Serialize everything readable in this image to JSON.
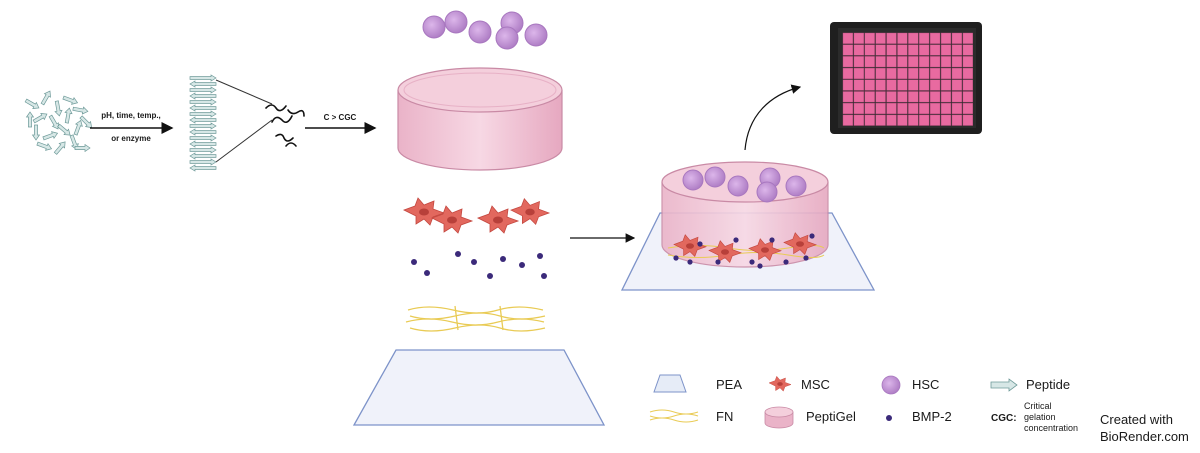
{
  "process": {
    "step1_line1": "pH, time, temp.,",
    "step1_line2": "or enzyme",
    "step2": "C > CGC"
  },
  "legend": {
    "pea": "PEA",
    "fn": "FN",
    "msc": "MSC",
    "peptigel": "PeptiGel",
    "hsc": "HSC",
    "bmp2": "BMP-2",
    "peptide": "Peptide",
    "cgc_abbr": "CGC:",
    "cgc_line1": "Critical",
    "cgc_line2": "gelation",
    "cgc_line3": "concentration"
  },
  "credit": {
    "line1": "Created with",
    "line2": "BioRender.com"
  },
  "colors": {
    "gel_pink": "#f3c9d8",
    "gel_edge": "#c98aa5",
    "hsc_purple": "#c99adb",
    "msc_red": "#e2685e",
    "bmp_dot": "#3b2a7a",
    "fn_yellow": "#e9cb55",
    "pea_blue": "#7d93c9",
    "plate_pink": "#e86aa0",
    "plate_dark": "#1f1f1f",
    "peptide_teal": "#9fc1c0"
  }
}
